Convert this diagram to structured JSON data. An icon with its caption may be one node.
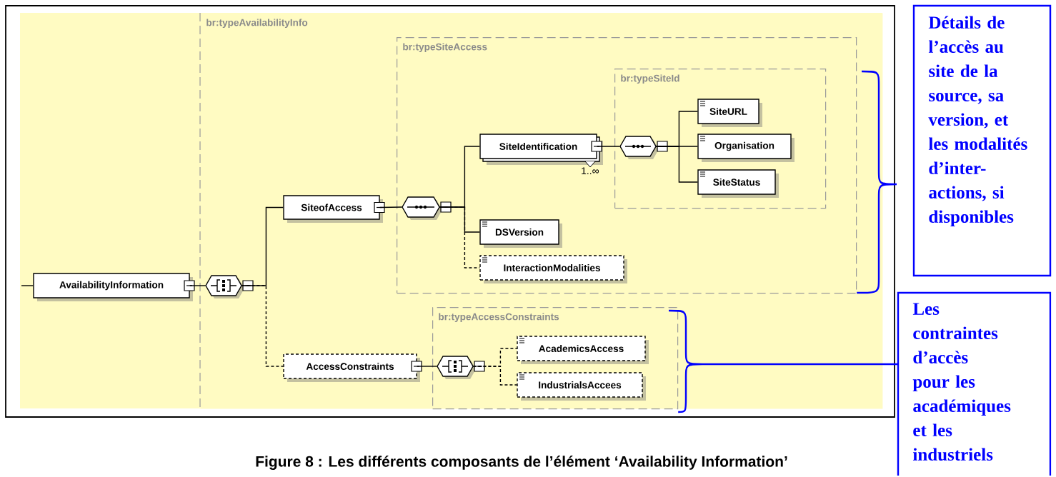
{
  "diagram": {
    "caption": "Figure 8 : Les différents composants de l’élément ‘Availability Information’",
    "nodes": [
      {
        "text": [
          "br:typeAvailabilityInfo"
        ]
      },
      {
        "text": [
          "br:typeSiteAccess"
        ],
        "in": 0
      },
      {
        "text": [
          "br:typeSiteId"
        ],
        "in": 1
      },
      {
        "text": [
          "br:typeAccessConstraints"
        ],
        "in": 0
      },
      {
        "text": [
          "AvailabilityInformation"
        ]
      },
      {
        "text": [],
        "shape": "octagon",
        "in": 0
      },
      {
        "text": [
          "SiteofAccess"
        ],
        "in": 0
      },
      {
        "text": [],
        "shape": "octagon",
        "in": 1
      },
      {
        "text": [
          "SiteIdentification"
        ],
        "in": 1,
        "beside": [
          "1..∞"
        ]
      },
      {
        "text": [],
        "shape": "octagon",
        "in": 2
      },
      {
        "text": [
          "SiteURL"
        ],
        "in": 2
      },
      {
        "text": [
          "Organisation"
        ],
        "in": 2
      },
      {
        "text": [
          "SiteStatus"
        ],
        "in": 2
      },
      {
        "text": [
          "DSVersion"
        ],
        "in": 1
      },
      {
        "text": [
          "InteractionModalities"
        ],
        "in": 1
      },
      {
        "text": [
          "AccessConstraints"
        ],
        "in": 0
      },
      {
        "text": [],
        "shape": "octagon",
        "in": 3
      },
      {
        "text": [
          "AcademicsAccess"
        ],
        "in": 3
      },
      {
        "text": [
          "IndustrialsAccees"
        ],
        "in": 3
      },
      {
        "text": [
          "Détails de l’accès au site de la source, sa version, et les modalités d’inter-actions, si disponibles"
        ]
      },
      {
        "text": [
          "Les contraintes d’accès pour les académiques et les industriels"
        ]
      }
    ],
    "edges": [
      {
        "from": null,
        "to": 4,
        "arrow": "none"
      },
      {
        "from": 4,
        "to": 5,
        "arrow": "none"
      },
      {
        "from": 5,
        "to": 6,
        "arrow": "none"
      },
      {
        "from": 5,
        "to": 15,
        "arrow": "none",
        "style": "dashed"
      },
      {
        "from": 6,
        "to": 7,
        "arrow": "none"
      },
      {
        "from": 7,
        "to": 8,
        "arrow": "none"
      },
      {
        "from": 7,
        "to": 13,
        "arrow": "none"
      },
      {
        "from": 7,
        "to": 14,
        "arrow": "none",
        "style": "dashed"
      },
      {
        "from": 8,
        "to": 9,
        "arrow": "none"
      },
      {
        "from": 9,
        "to": 10,
        "arrow": "none"
      },
      {
        "from": 9,
        "to": 11,
        "arrow": "none"
      },
      {
        "from": 9,
        "to": 12,
        "arrow": "none"
      },
      {
        "from": 15,
        "to": 16,
        "arrow": "none"
      },
      {
        "from": 16,
        "to": 17,
        "arrow": "none",
        "style": "dashed"
      },
      {
        "from": 16,
        "to": 18,
        "arrow": "none",
        "style": "dashed"
      },
      {
        "from": 19,
        "to": 1,
        "arrow": "none",
        "color": "#0000ff"
      },
      {
        "from": 20,
        "to": 3,
        "arrow": "none",
        "color": "#0000ff"
      }
    ]
  }
}
